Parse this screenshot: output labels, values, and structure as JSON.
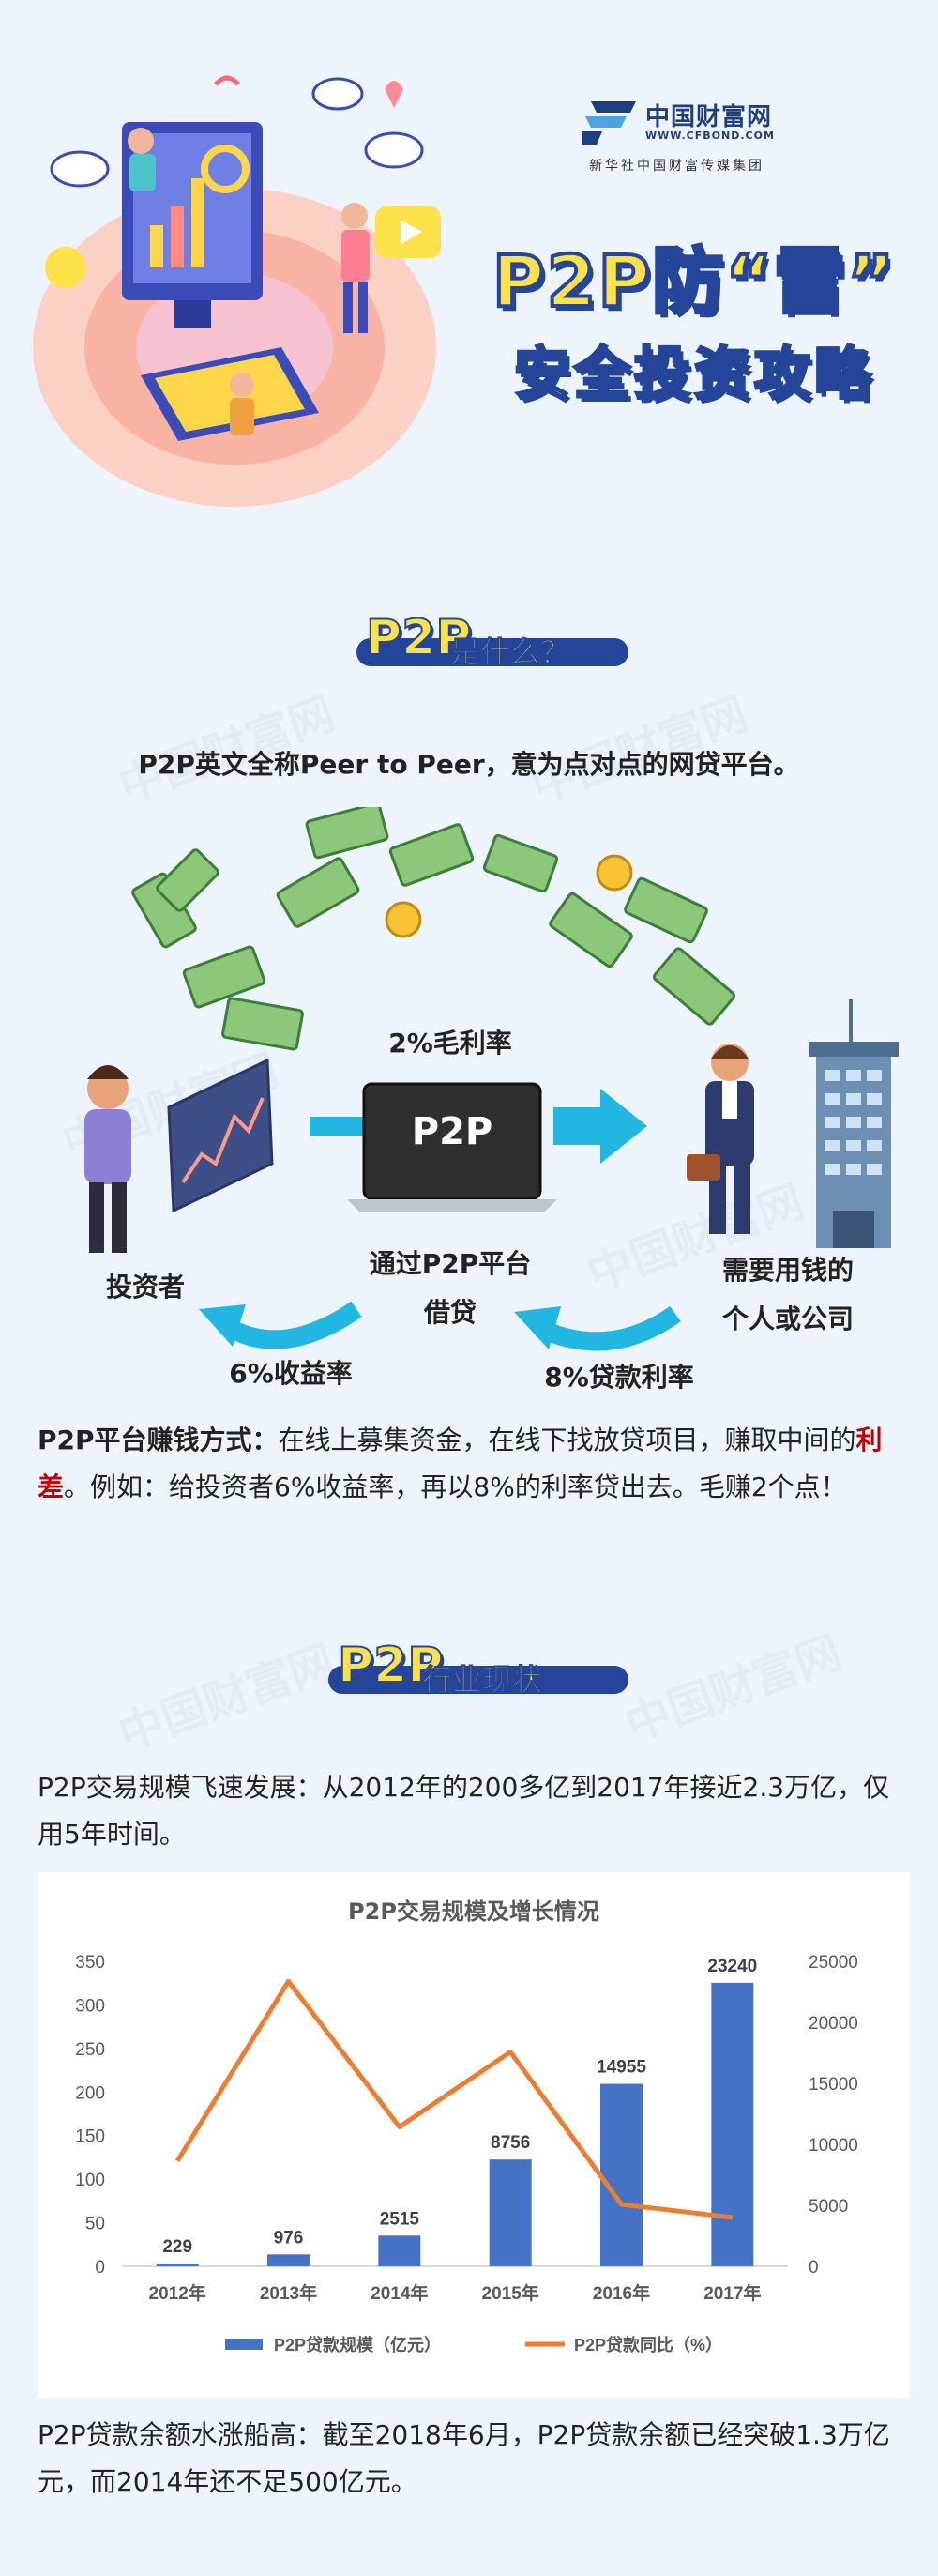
{
  "header": {
    "logo_cn": "中国财富网",
    "logo_en": "WWW.CFBOND.COM",
    "logo_sub": "新华社中国财富传媒集团",
    "title_line1": "P2P防“雷”",
    "title_line2": "安全投资攻略"
  },
  "section1": {
    "banner_p2p": "P2P",
    "banner_text": "是什么？",
    "intro": "P2P英文全称Peer to Peer，意为点对点的网贷平台。",
    "diagram": {
      "rate_top": "2%毛利率",
      "laptop_text": "P2P",
      "investor": "投资者",
      "platform_line1": "通过P2P平台",
      "platform_line2": "借贷",
      "borrower_line1": "需要用钱的",
      "borrower_line2": "个人或公司",
      "rate_left": "6%收益率",
      "rate_right": "8%贷款利率"
    },
    "para_bold": "P2P平台赚钱方式：",
    "para_text1": "在线上募集资金，在线下找放贷项目，赚取中间的",
    "para_red": "利差",
    "para_text2": "。例如：给投资者6%收益率，再以8%的利率贷出去。毛赚2个点！"
  },
  "section2": {
    "banner_p2p": "P2P",
    "banner_text": "行业现状",
    "para1": "P2P交易规模飞速发展：从2012年的200多亿到2017年接近2.3万亿，仅用5年时间。",
    "para2": "P2P贷款余额水涨船高：截至2018年6月，P2P贷款余额已经突破1.3万亿元，而2014年还不足500亿元。"
  },
  "watermark": "中国财富网",
  "colors": {
    "navy": "#24459a",
    "yellow": "#ffe24a",
    "bar": "#4472c4",
    "line": "#ed7d31",
    "red": "#c00000"
  },
  "chart_data": {
    "type": "bar",
    "title": "P2P交易规模及增长情况",
    "categories": [
      "2012年",
      "2013年",
      "2014年",
      "2015年",
      "2016年",
      "2017年"
    ],
    "series": [
      {
        "name": "P2P贷款规模（亿元）",
        "type": "bar",
        "axis": "right",
        "values": [
          229,
          976,
          2515,
          8756,
          14955,
          23240
        ]
      },
      {
        "name": "P2P贷款同比（%）",
        "type": "line",
        "axis": "left",
        "values": [
          121,
          327,
          160,
          246,
          71,
          56
        ]
      }
    ],
    "data_labels": [
      "229",
      "976",
      "2515",
      "8756",
      "14955",
      "23240"
    ],
    "left_ticks": [
      "0",
      "50",
      "100",
      "150",
      "200",
      "250",
      "300",
      "350"
    ],
    "right_ticks": [
      "0",
      "5000",
      "10000",
      "15000",
      "20000",
      "25000"
    ],
    "ylim_left": [
      0,
      350
    ],
    "ylim_right": [
      0,
      25000
    ],
    "legend_position": "bottom",
    "grid": false
  }
}
